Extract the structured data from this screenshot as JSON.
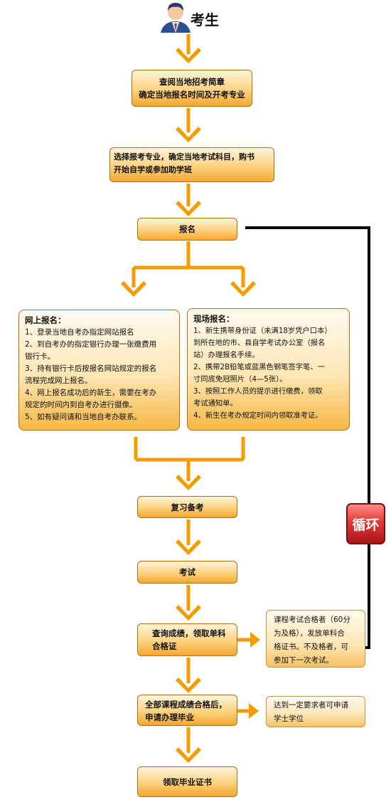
{
  "header": {
    "title": "考生"
  },
  "steps": {
    "s1": [
      "查阅当地招考简章",
      "确定当地报名时间及开考专业"
    ],
    "s2": [
      "选择报考专业，确定当地考试科目，购书",
      "开始自学或参加助学班"
    ],
    "s3": "报名",
    "s4": "复习备考",
    "s5": "考试",
    "s6": [
      "查询成绩，领取单科",
      "合格证"
    ],
    "s7": [
      "全部课程成绩合格后，",
      "申请办理毕业"
    ],
    "s8": "领取毕业证书"
  },
  "online": {
    "title": "网上报名：",
    "lines": [
      "1、登录当地自考办指定网站报名",
      "2、到自考办的指定银行办理一张缴费用",
      "银行卡。",
      "3、持有银行卡后按报名网站规定的报名",
      "流程完成网上报名。",
      "4、网上报名成功后的新生，需要在考办",
      "规定的时间内到自考办进行摄像。",
      "5、如有疑问请和当地自考办联系。"
    ]
  },
  "onsite": {
    "title": "现场报名：",
    "lines": [
      "1、新生携带身份证（未满18岁凭户口本）",
      "到所在地的市、县自学考试办公室（报名",
      "站）办理报名手续。",
      "2、携带2B铅笔或蓝黑色钢笔签字笔、一",
      "寸同底免冠照片（4—5张）。",
      "3、按照工作人员的提示进行缴费，领取",
      "考试通知单。",
      "4、新生在考办规定时间内领取准考证。"
    ]
  },
  "notes": {
    "pass": [
      "课程考试合格者（60分",
      "为及格），发放单科合",
      "格证书。不及格者，可",
      "参加下一次考试。"
    ],
    "degree": [
      "达到一定要求者可申请",
      "学士学位"
    ]
  },
  "loop": "循环",
  "colors": {
    "arrow": "#f49b00",
    "loop_line": "#000000",
    "badge": "#d42a26",
    "box": "#fcd27e"
  }
}
